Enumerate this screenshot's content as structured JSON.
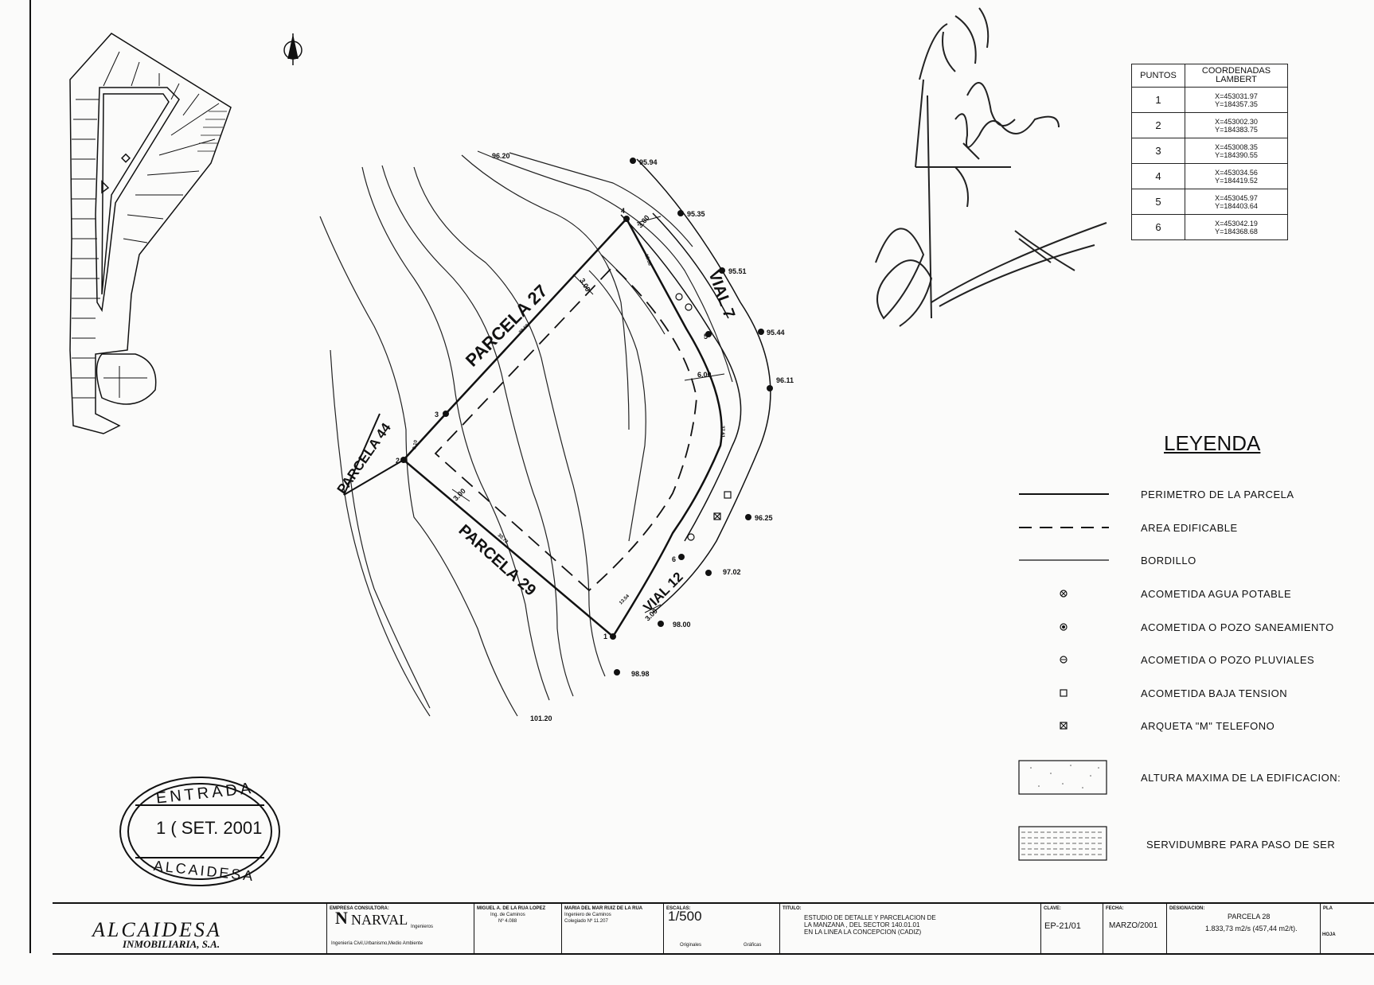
{
  "coordinates_table": {
    "header_points": "PUNTOS",
    "header_coords": "COORDENADAS LAMBERT",
    "rows": [
      {
        "point": "1",
        "x": "X=453031.97",
        "y": "Y=184357.35"
      },
      {
        "point": "2",
        "x": "X=453002.30",
        "y": "Y=184383.75"
      },
      {
        "point": "3",
        "x": "X=453008.35",
        "y": "Y=184390.55"
      },
      {
        "point": "4",
        "x": "X=453034.56",
        "y": "Y=184419.52"
      },
      {
        "point": "5",
        "x": "X=453045.97",
        "y": "Y=184403.64"
      },
      {
        "point": "6",
        "x": "X=453042.19",
        "y": "Y=184368.68"
      }
    ]
  },
  "plan": {
    "parcel_labels": [
      "PARCELA 27",
      "PARCELA 44",
      "PARCELA 29"
    ],
    "road_labels": [
      "VIAL 7",
      "VIAL 12"
    ],
    "elevations": [
      "96.20",
      "95.94",
      "95.35",
      "95.51",
      "95.44",
      "96.11",
      "96.25",
      "97.02",
      "98.00",
      "98.98",
      "101.20"
    ],
    "dimensions": [
      "3.00",
      "3.00",
      "3.00",
      "6.00",
      "3.00",
      "19.58",
      "38.56",
      "37.61",
      "30.72",
      "9.10",
      "13.54"
    ],
    "vertex_numbers": [
      "1",
      "2",
      "3",
      "4",
      "5",
      "6"
    ],
    "north_symbol": "north-arrow"
  },
  "legend": {
    "title": "LEYENDA",
    "items": [
      {
        "symbol": "solid-line",
        "label": "PERIMETRO DE LA PARCELA"
      },
      {
        "symbol": "dashed-line",
        "label": "AREA EDIFICABLE"
      },
      {
        "symbol": "thin-line",
        "label": "BORDILLO"
      },
      {
        "symbol": "circle-x-icon",
        "label": "ACOMETIDA AGUA POTABLE"
      },
      {
        "symbol": "circle-dot-icon",
        "label": "ACOMETIDA O POZO SANEAMIENTO"
      },
      {
        "symbol": "circle-line-icon",
        "label": "ACOMETIDA O POZO PLUVIALES"
      },
      {
        "symbol": "square-icon",
        "label": "ACOMETIDA BAJA TENSION"
      },
      {
        "symbol": "square-x-icon",
        "label": "ARQUETA \"M\" TELEFONO"
      },
      {
        "symbol": "dotted-box",
        "label": "ALTURA MAXIMA DE LA EDIFICACION:"
      },
      {
        "symbol": "hatched-box",
        "label": "SERVIDUMBRE PARA PASO DE   SER"
      }
    ]
  },
  "stamp": {
    "top": "ENTRADA",
    "date": "1 ( SET. 2001",
    "bottom": "ALCAIDESA"
  },
  "title_block": {
    "client": "ALCAIDESA",
    "client_sub": "INMOBILIARIA, S.A.",
    "consultant_header": "EMPRESA CONSULTORA:",
    "consultant_name": "NARVAL",
    "consultant_tag": "Ingenieros",
    "consultant_desc": "Ingeniería Civil,Urbanismo,Medio Ambiente",
    "engineer1": "MIGUEL A. DE LA RUA LOPEZ",
    "engineer1_title": "Ing. de Caminos",
    "engineer1_num": "Nº 4.088",
    "engineer2": "MARIA DEL MAR RUIZ DE LA RUA",
    "engineer2_title": "Ingeniero de Caminos",
    "engineer2_num": "Colegiado Nº 11.207",
    "scale_header": "ESCALAS:",
    "scale": "1/500",
    "scale_sub1": "Originales",
    "scale_sub2": "Gráficas",
    "title_header": "TITULO:",
    "title_lines": [
      "ESTUDIO DE DETALLE Y PARCELACION DE",
      "LA MANZANA  , DEL SECTOR 140.01.01",
      "EN LA LINEA LA CONCEPCION (CADIZ)"
    ],
    "key_header": "CLAVE:",
    "key": "EP-21/01",
    "date_header": "FECHA:",
    "date": "MARZO/2001",
    "designation_header": "DESIGNACION:",
    "designation": "PARCELA 28",
    "designation_sub": "1.833,73 m2/s (457,44 m2/t).",
    "plan_header": "PLA",
    "sheet_header": "HOJA"
  },
  "colors": {
    "ink": "#111111",
    "paper": "#fbfbfa"
  }
}
